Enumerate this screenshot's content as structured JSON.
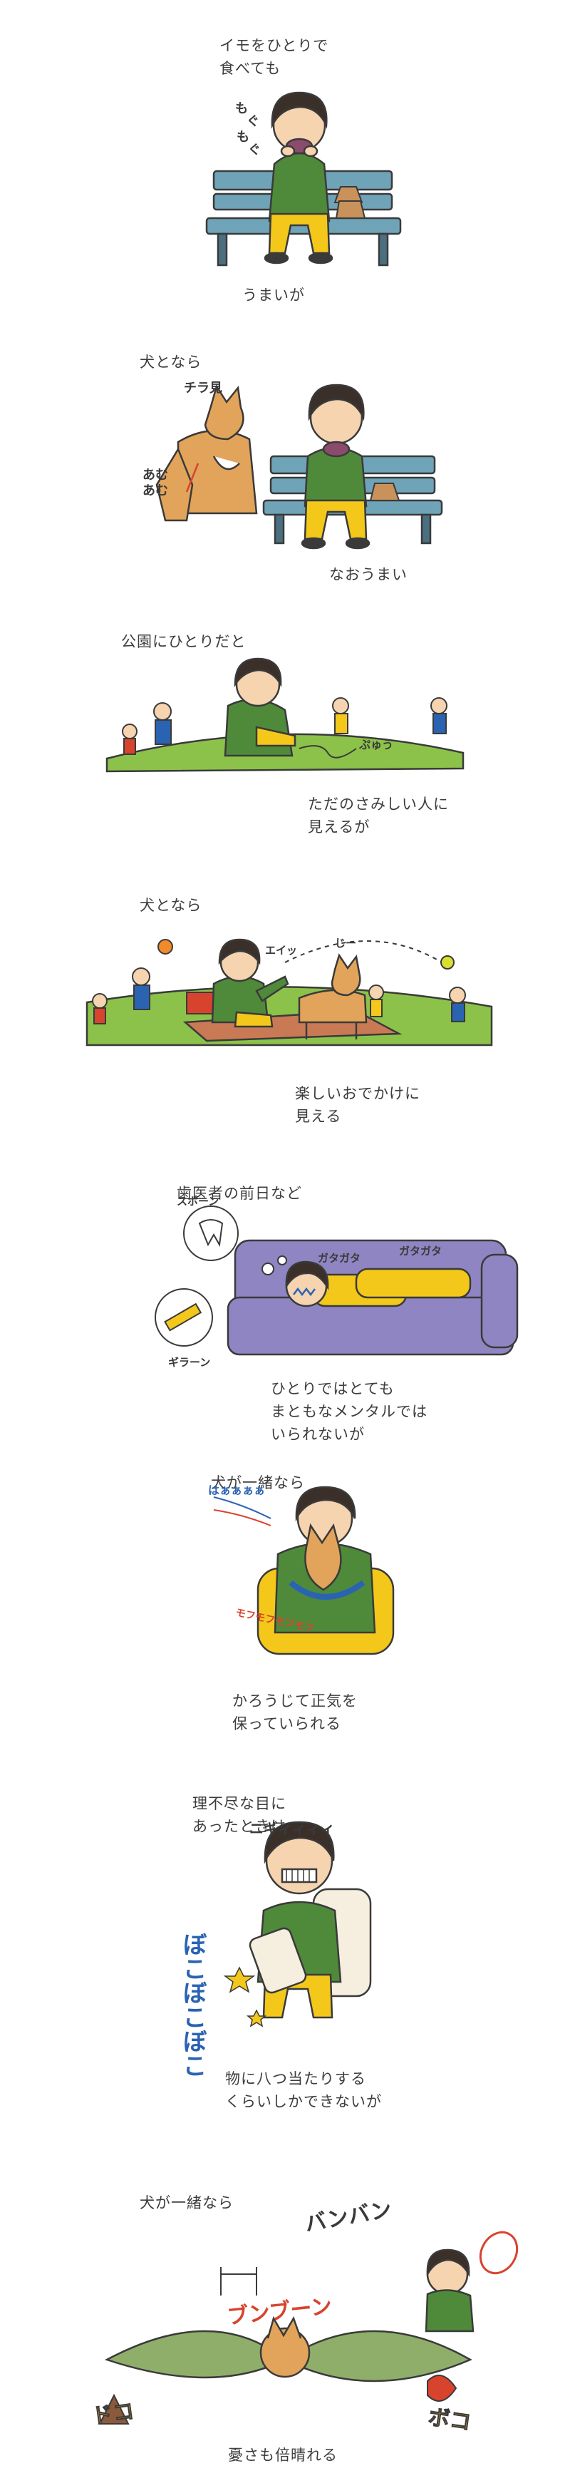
{
  "panels": [
    {
      "top_text": "イモをひとりで\n食べても",
      "bottom_text": "うまいが",
      "sfx": [
        "も",
        "ぐ",
        "も",
        "ぐ"
      ]
    },
    {
      "top_text": "犬となら",
      "bottom_text": "なおうまい",
      "sfx": [
        "チラ見",
        "あむ",
        "あむ"
      ]
    },
    {
      "top_text": "公園にひとりだと",
      "bottom_text": "ただのさみしい人に\n見えるが",
      "sfx": [
        "ぷゅう"
      ]
    },
    {
      "top_text": "犬となら",
      "bottom_text": "楽しいおでかけに\n見える",
      "sfx": [
        "エイッ",
        "じー"
      ]
    },
    {
      "top_text": "歯医者の前日など",
      "bottom_text": "ひとりではとても\nまともなメンタルでは\nいられないが",
      "sfx": [
        "スポーン",
        "ガタガタ",
        "ガタガタ",
        "ギラーン"
      ]
    },
    {
      "top_text": "犬が一緒なら",
      "bottom_text": "かろうじて正気を\n保っていられる",
      "sfx": [
        "はぁぁぁぁ",
        "モフモフモフモフ"
      ]
    },
    {
      "top_text": "理不尽な目に\nあったときは",
      "bottom_text": "物に八つ当たりする\nくらいしかできないが",
      "sfx": [
        "ニギィィィィ",
        "ぼこぼこぼこ"
      ]
    },
    {
      "top_text": "犬が一緒なら",
      "bottom_text": "憂さも倍晴れる",
      "sfx": [
        "バンバン",
        "ブンブーン",
        "ドコ",
        "ボコ"
      ]
    }
  ],
  "colors": {
    "ink": "#3a3a3a",
    "green": "#4f8a3a",
    "yellow": "#f3c81a",
    "skin": "#f6d4b0",
    "hair": "#3b2f2a",
    "bench": "#6fa3b8",
    "dog": "#e2a45a",
    "sofa": "#8f85c2",
    "grass": "#8cc24a",
    "mat": "#c97a55",
    "red": "#d8432e",
    "blue": "#2b63b3"
  }
}
